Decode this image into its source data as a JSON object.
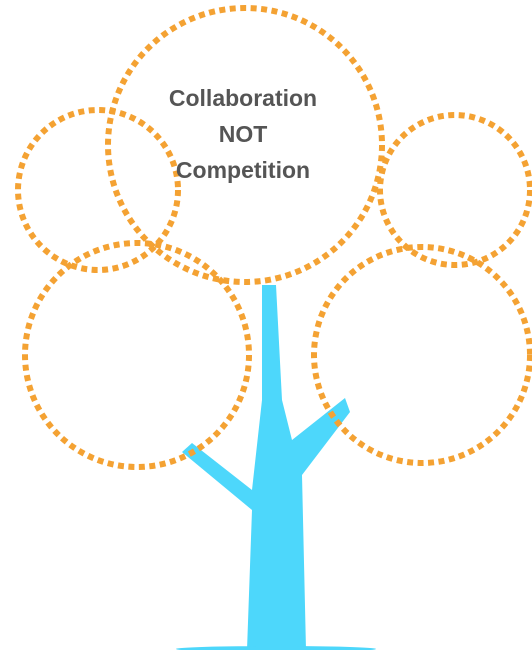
{
  "center_circle": {
    "line1": "Collaboration",
    "line2": "NOT",
    "line3": "Competition"
  },
  "colors": {
    "circle_stroke": "#F4A233",
    "trunk": "#4DD7FB",
    "text": "#555555"
  },
  "circles": [
    {
      "name": "top-left-circle",
      "label": ""
    },
    {
      "name": "top-right-circle",
      "label": ""
    },
    {
      "name": "bottom-left-circle",
      "label": ""
    },
    {
      "name": "bottom-right-circle",
      "label": ""
    },
    {
      "name": "center-circle",
      "label": "Collaboration NOT Competition"
    }
  ]
}
